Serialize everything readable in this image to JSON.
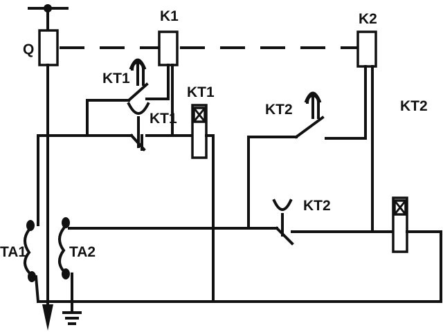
{
  "labels": {
    "q": "Q",
    "k1": "K1",
    "k2": "K2",
    "kt1_contact": "KT1",
    "kt1_coil": "KT1",
    "kt1_inst": "KT1",
    "kt2_contact": "KT2",
    "kt2_coil": "KT2",
    "kt2_inst": "KT2",
    "ta1": "TA1",
    "ta2": "TA2"
  },
  "colors": {
    "line": "#111111",
    "background": "#ffffff"
  }
}
